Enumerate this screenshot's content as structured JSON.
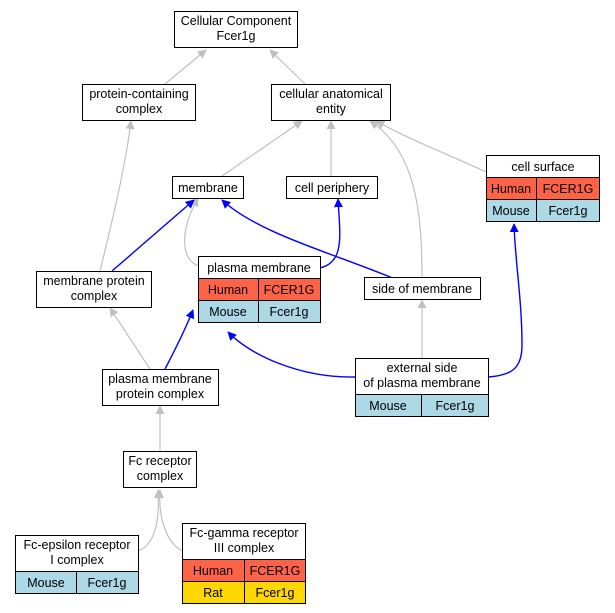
{
  "colors": {
    "human": "#FF6347",
    "mouse": "#ADD8E6",
    "rat": "#FFD700",
    "is_a_edge": "#C0C0C0",
    "part_of_edge": "#0000FF"
  },
  "nodes": {
    "root": {
      "line1": "Cellular Component",
      "line2": "Fcer1g"
    },
    "protein_containing": {
      "line1": "protein-containing",
      "line2": "complex"
    },
    "cellular_anatomical": {
      "line1": "cellular anatomical",
      "line2": "entity"
    },
    "membrane": {
      "line1": "membrane"
    },
    "cell_periphery": {
      "line1": "cell periphery"
    },
    "cell_surface": {
      "line1": "cell surface",
      "rows": [
        [
          "Human",
          "FCER1G"
        ],
        [
          "Mouse",
          "Fcer1g"
        ]
      ]
    },
    "plasma_membrane": {
      "line1": "plasma membrane",
      "rows": [
        [
          "Human",
          "FCER1G"
        ],
        [
          "Mouse",
          "Fcer1g"
        ]
      ]
    },
    "membrane_protein_complex": {
      "line1": "membrane protein",
      "line2": "complex"
    },
    "side_of_membrane": {
      "line1": "side of membrane"
    },
    "pm_protein_complex": {
      "line1": "plasma membrane",
      "line2": "protein complex"
    },
    "external_side": {
      "line1": "external side",
      "line2": "of plasma membrane",
      "rows": [
        [
          "Mouse",
          "Fcer1g"
        ]
      ]
    },
    "fc_receptor": {
      "line1": "Fc receptor",
      "line2": "complex"
    },
    "fc_epsilon": {
      "line1": "Fc-epsilon receptor",
      "line2": "I complex",
      "rows": [
        [
          "Mouse",
          "Fcer1g"
        ]
      ]
    },
    "fc_gamma": {
      "line1": "Fc-gamma receptor",
      "line2": "III complex",
      "rows": [
        [
          "Human",
          "FCER1G"
        ],
        [
          "Rat",
          "Fcer1g"
        ]
      ]
    }
  }
}
